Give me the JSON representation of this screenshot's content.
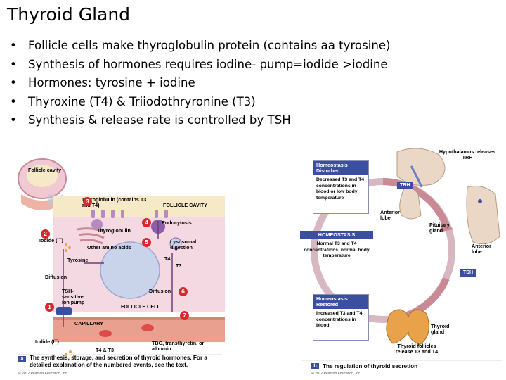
{
  "slide": {
    "title": "Thyroid Gland",
    "bullet_char": "•",
    "bullets": [
      "Follicle cells make thyroglobulin protein (contains aa tyrosine)",
      "Synthesis of hormones requires iodine- pump=iodide >iodine",
      "Hormones: tyrosine + iodine",
      "Thyroxine (T4) & Triiodothryronine (T3)",
      "Synthesis & release rate is controlled by TSH"
    ]
  },
  "figure_a": {
    "follicle_cavity_inset": "Follicle cavity",
    "follicle_cavity": "FOLLICLE CAVITY",
    "thyroglobulin_contains": "Thyroglobulin (contains T3 and T4)",
    "thyroglobulin": "Thyroglobulin",
    "endocytosis": "Endocytosis",
    "iodide_i": "Iodide (I¯)",
    "other_amino_acids": "Other amino acids",
    "lysosomal_digestion": "Lysosomal digestion",
    "tyrosine": "Tyrosine",
    "t4": "T4",
    "t3": "T3",
    "diffusion_left": "Diffusion",
    "diffusion_right": "Diffusion",
    "tsh_ion_pump": "TSH-sensitive ion pump",
    "follicle_cell": "FOLLICLE CELL",
    "capillary": "CAPILLARY",
    "iodide_bottom": "Iodide (I¯)",
    "t4_t3": "T4 & T3",
    "tbg": "TBG, transthyretin, or albumin",
    "steps": [
      "1",
      "2",
      "3",
      "4",
      "5",
      "6",
      "7"
    ],
    "panel_letter": "a",
    "caption": "The synthesis, storage, and secretion of thyroid hormones. For a detailed explanation of the numbered events, see the text.",
    "copyright": "© 2012 Pearson Education, Inc."
  },
  "figure_b": {
    "hypothalamus": "Hypothalamus releases TRH",
    "homeostasis_disturbed": "Homeostasis Disturbed",
    "disturbed_body": "Decreased T3 and T4 concentrations in blood or low body temperature",
    "trh": "TRH",
    "anterior_lobe_1": "Anterior lobe",
    "pituitary_gland": "Pituitary gland",
    "anterior_lobe_2": "Anterior lobe",
    "homeostasis": "HOMEOSTASIS",
    "homeostasis_body": "Normal T3 and T4 concentrations, normal body temperature",
    "tsh": "TSH",
    "homeostasis_restored": "Homeostasis Restored",
    "restored_body": "Increased T3 and T4 concentrations in blood",
    "thyroid_gland": "Thyroid gland",
    "thyroid_follicles": "Thyroid follicles release T3 and T4",
    "panel_letter": "b",
    "caption": "The regulation of thyroid secretion",
    "copyright": "© 2012 Pearson Education, Inc."
  },
  "colors": {
    "accent_blue": "#3b4fa0",
    "step_red": "#d9272e",
    "cell_pink": "#f4d9e2",
    "nucleus_blue": "#c9d4ea",
    "capillary_red": "#e9a08f",
    "arrow_rose": "#c98a96"
  }
}
